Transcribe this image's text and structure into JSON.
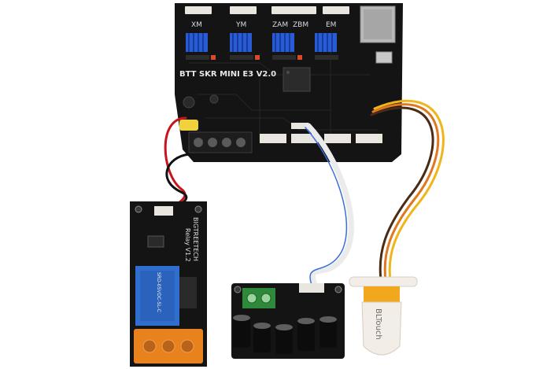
{
  "board": {
    "title": "BTT SKR MINI E3 V2.0",
    "axis_labels": [
      "XM",
      "YM",
      "ZAM",
      "ZBM",
      "EM"
    ],
    "board_color": "#141414",
    "heatsink_color": "#2a5bd6",
    "connector_color": "#e9e6df"
  },
  "relay_module": {
    "brand_text": "BIGTREETECH",
    "model_text": "Relay V1.2",
    "relay_text": "SRD-05VDC-SL-C",
    "relay_color": "#2f6fd0",
    "cover_color": "#e8821c"
  },
  "driver_module": {
    "terminal_color": "#2e8a3a"
  },
  "probe": {
    "label": "BLTouch",
    "collar_color": "#f2a81d",
    "body_color": "#f2ede6"
  },
  "cables": {
    "red": "#c8141c",
    "black": "#111111",
    "yellow": "#f0b51a",
    "orange": "#e07820",
    "brown": "#4a2c16",
    "white": "#f4f4f4",
    "blue_stripe": "#3a6fd8"
  }
}
